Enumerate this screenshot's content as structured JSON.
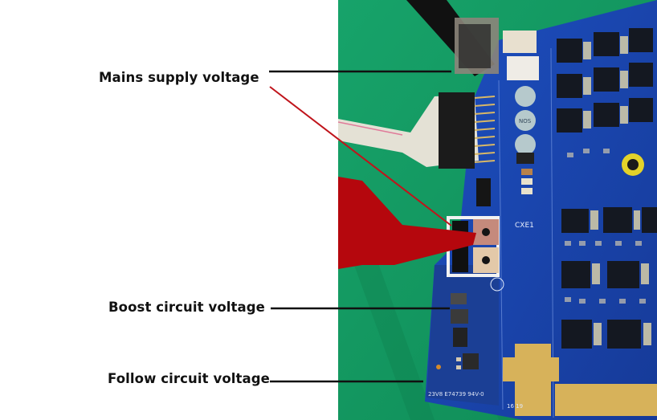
{
  "figure": {
    "title": "PCB voltage test points",
    "labels": {
      "mains": "Mains supply voltage",
      "boost": "Boost circuit voltage",
      "follow": "Follow circuit voltage"
    },
    "board_markings": {
      "cert_mark": "CXE1",
      "bottom_code": "23V8 E74739 94V-0",
      "bottom_date": "16 19",
      "cap_text": "NOS"
    },
    "colors": {
      "background": "#ffffff",
      "mat_green": "#159a62",
      "pcb_blue": "#1a3fa8",
      "probe_red": "#b5070d",
      "leader_black": "#111111",
      "leader_red": "#c0141b",
      "gold_pad": "#d7b25a"
    }
  }
}
